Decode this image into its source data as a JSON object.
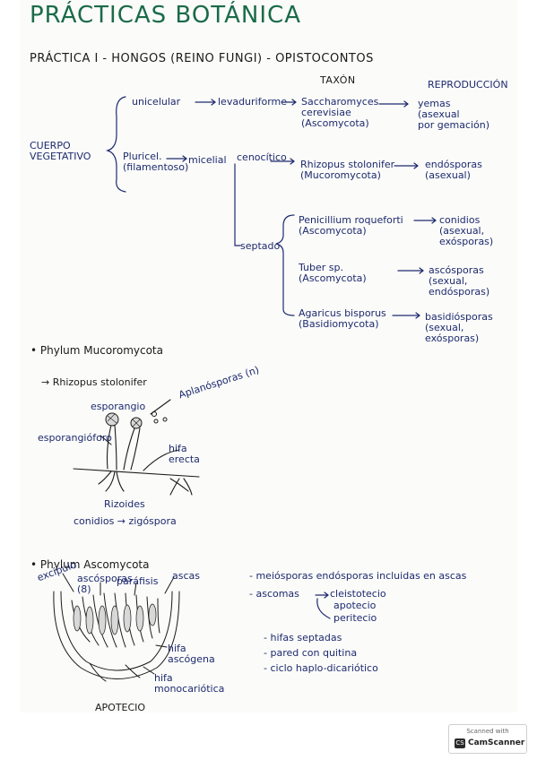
{
  "page": {
    "title": "PRÁCTICAS BOTÁNICA",
    "subtitle": "PRÁCTICA I - HONGOS (REINO FUNGI) - OPISTOCONTOS"
  },
  "table": {
    "header_taxon": "TAXÓN",
    "header_reproduccion": "REPRODUCCIÓN",
    "left_label": "CUERPO\nVEGETATIVO",
    "unicelular": "unicelular",
    "levaduriforme": "levaduriforme",
    "taxon_saccharomyces": "Saccharomyces\ncerevisiae\n(Ascomycota)",
    "repro_saccharomyces": "yemas\n(asexual\npor gemación)",
    "pluricelular": "Pluricel.\n(filamentoso)",
    "micelial": "micelial",
    "cenocitico": "cenocítico",
    "taxon_rhizopus": "Rhizopus stolonifer\n(Mucoromycota)",
    "repro_rhizopus": "endósporas\n(asexual)",
    "septado": "septado",
    "taxon_penicillium": "Penicillium roqueforti\n(Ascomycota)",
    "repro_penicillium": "conidios\n(asexual,\nexósporas)",
    "taxon_tuber": "Tuber sp.\n(Ascomycota)",
    "repro_tuber": "ascósporas\n(sexual,\nendósporas)",
    "taxon_agaricus": "Agaricus bisporus\n(Basidiomycota)",
    "repro_agaricus": "basidiósporas\n(sexual,\nexósporas)"
  },
  "mucoromycota": {
    "phylum": "• Phylum Mucoromycota",
    "species": "→ Rhizopus stolonifer",
    "label_esporangio": "esporangio",
    "label_aplanosporas": "Aplanósporas (n)",
    "label_esporangioforo": "esporangióforo",
    "label_hifa_erecta": "hifa\nerecta",
    "label_rizoides": "Rizoides",
    "caption": "conidios → zigóspora"
  },
  "ascomycota": {
    "phylum": "• Phylum Ascomycota",
    "label_excipulo": "excípulo",
    "label_ascosporas": "ascósporas\n(8)",
    "label_parafisis": "paráfisis",
    "label_ascas": "ascas",
    "label_hifa_ascogena": "hifa\nascógena",
    "label_hifa_monocariotica": "hifa\nmonocariótica",
    "caption": "APOTECIO",
    "note_1": "- meiósporas endósporas incluidas en ascas",
    "note_2": "- ascomas",
    "ascoma_types": [
      "cleistotecio",
      "apotecio",
      "peritecio"
    ],
    "note_3": "- hifas septadas",
    "note_4": "- pared con quitina",
    "note_5": "- ciclo haplo-dicariótico"
  },
  "scanner_badge": {
    "top": "Scanned with",
    "logo": "CS",
    "name": "CamScanner"
  },
  "colors": {
    "title_green": "#1a6b48",
    "ink_blue": "#1d2a6e",
    "pencil_black": "#1a1a1a"
  }
}
